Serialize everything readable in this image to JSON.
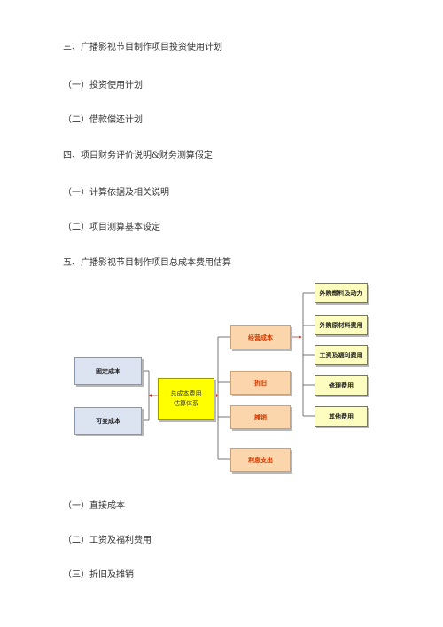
{
  "lines": {
    "l1": "三、广播影视节目制作项目投资使用计划",
    "l2": "（一）投资使用计划",
    "l3": "（二）借款偿还计划",
    "l4": "四、项目财务评价说明&财务测算假定",
    "l5": "（一）计算依据及相关说明",
    "l6": "（二）项目测算基本设定",
    "l7": "五、广播影视节目制作项目总成本费用估算",
    "l8": "（一）直接成本",
    "l9": "（二）工资及福利费用",
    "l10": "（三）折旧及摊销"
  },
  "diagram": {
    "left": {
      "fixed": "固定成本",
      "variable": "可变成本"
    },
    "center": {
      "line1": "总成本费用",
      "line2": "估算体系"
    },
    "middle": {
      "operating": "经营成本",
      "depreciation": "折旧",
      "amortization": "摊销",
      "interest": "利息支出"
    },
    "right": {
      "fuel": "外购燃料及动力",
      "materials": "外购原材料费用",
      "wages": "工资及福利费用",
      "repair": "修理费用",
      "other": "其他费用"
    },
    "colors": {
      "left_fill": "#dce4f2",
      "center_fill": "#ffff00",
      "middle_fill": "#fbd6ad",
      "middle_text": "#d23a00",
      "right_fill": "#fdfdc0",
      "arrow": "#c0392b"
    }
  }
}
